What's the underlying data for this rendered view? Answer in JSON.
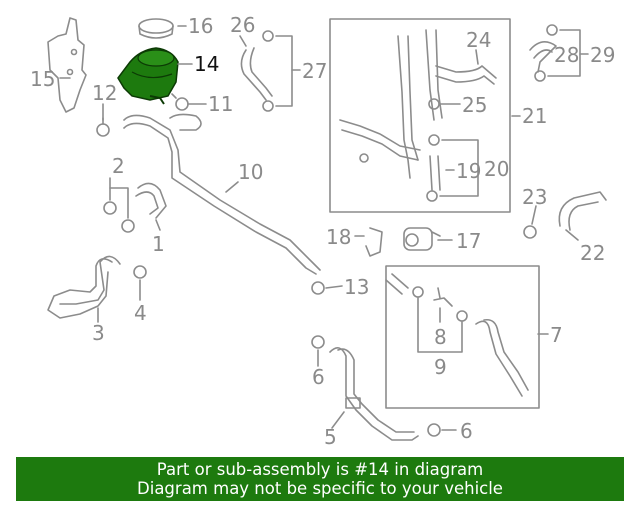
{
  "labels": {
    "p1": "1",
    "p2": "2",
    "p3": "3",
    "p4": "4",
    "p5": "5",
    "p6a": "6",
    "p6b": "6",
    "p7": "7",
    "p8": "8",
    "p9": "9",
    "p10": "10",
    "p11": "11",
    "p12": "12",
    "p13": "13",
    "p14": "14",
    "p15": "15",
    "p16": "16",
    "p17": "17",
    "p18": "18",
    "p19": "19",
    "p20": "20",
    "p21": "21",
    "p22": "22",
    "p23": "23",
    "p24": "24",
    "p25": "25",
    "p26": "26",
    "p27": "27",
    "p28": "28",
    "p29": "29"
  },
  "highlight_part": "14",
  "colors": {
    "highlight": "#1d7a0e",
    "line": "#8c8c8c"
  },
  "banner": {
    "line1": "Part or sub-assembly is #14 in diagram",
    "line2": "Diagram may not be specific to your vehicle"
  }
}
